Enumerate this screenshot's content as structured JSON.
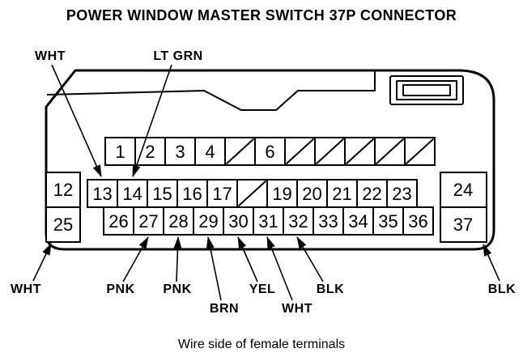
{
  "title": "POWER WINDOW MASTER SWITCH 37P CONNECTOR",
  "caption": "Wire side of female terminals",
  "connector": {
    "pins": {
      "row1": [
        "1",
        "2",
        "3",
        "4",
        null,
        "6",
        null,
        null,
        null,
        null,
        null
      ],
      "row2_left": "12",
      "row2": [
        "13",
        "14",
        "15",
        "16",
        "17",
        null,
        "19",
        "20",
        "21",
        "22",
        "23"
      ],
      "row2_right": "24",
      "row3_left": "25",
      "row3": [
        "26",
        "27",
        "28",
        "29",
        "30",
        "31",
        "32",
        "33",
        "34",
        "35",
        "36"
      ],
      "row3_right": "37"
    }
  },
  "wire_labels": {
    "top": [
      {
        "text": "WHT",
        "pin": "13"
      },
      {
        "text": "LT GRN",
        "pin": "14"
      }
    ],
    "bottom": [
      {
        "text": "WHT",
        "pin": "25"
      },
      {
        "text": "PNK",
        "pin": "27"
      },
      {
        "text": "PNK",
        "pin": "28"
      },
      {
        "text": "BRN",
        "pin": "29"
      },
      {
        "text": "YEL",
        "pin": "30"
      },
      {
        "text": "WHT",
        "pin": "31"
      },
      {
        "text": "BLK",
        "pin": "32"
      },
      {
        "text": "BLK",
        "pin": "37"
      }
    ]
  },
  "colors": {
    "line": "#000000",
    "background": "#ffffff"
  }
}
